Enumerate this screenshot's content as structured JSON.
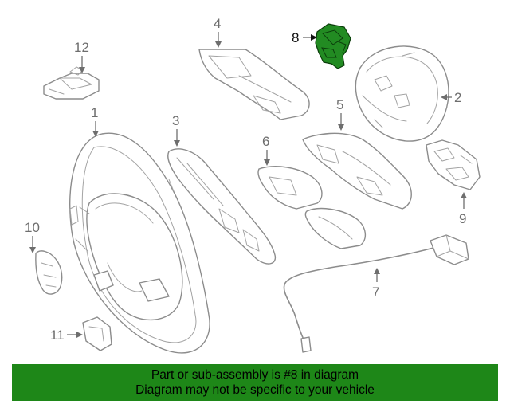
{
  "callouts": {
    "c1": "1",
    "c2": "2",
    "c3": "3",
    "c4": "4",
    "c5": "5",
    "c6": "6",
    "c7": "7",
    "c8": "8",
    "c9": "9",
    "c10": "10",
    "c11": "11",
    "c12": "12"
  },
  "highlight_color": "#228b22",
  "banner": {
    "line1": "Part or sub-assembly is #8 in diagram",
    "line2": "Diagram may not be specific to your vehicle",
    "color": "#1e8718"
  }
}
